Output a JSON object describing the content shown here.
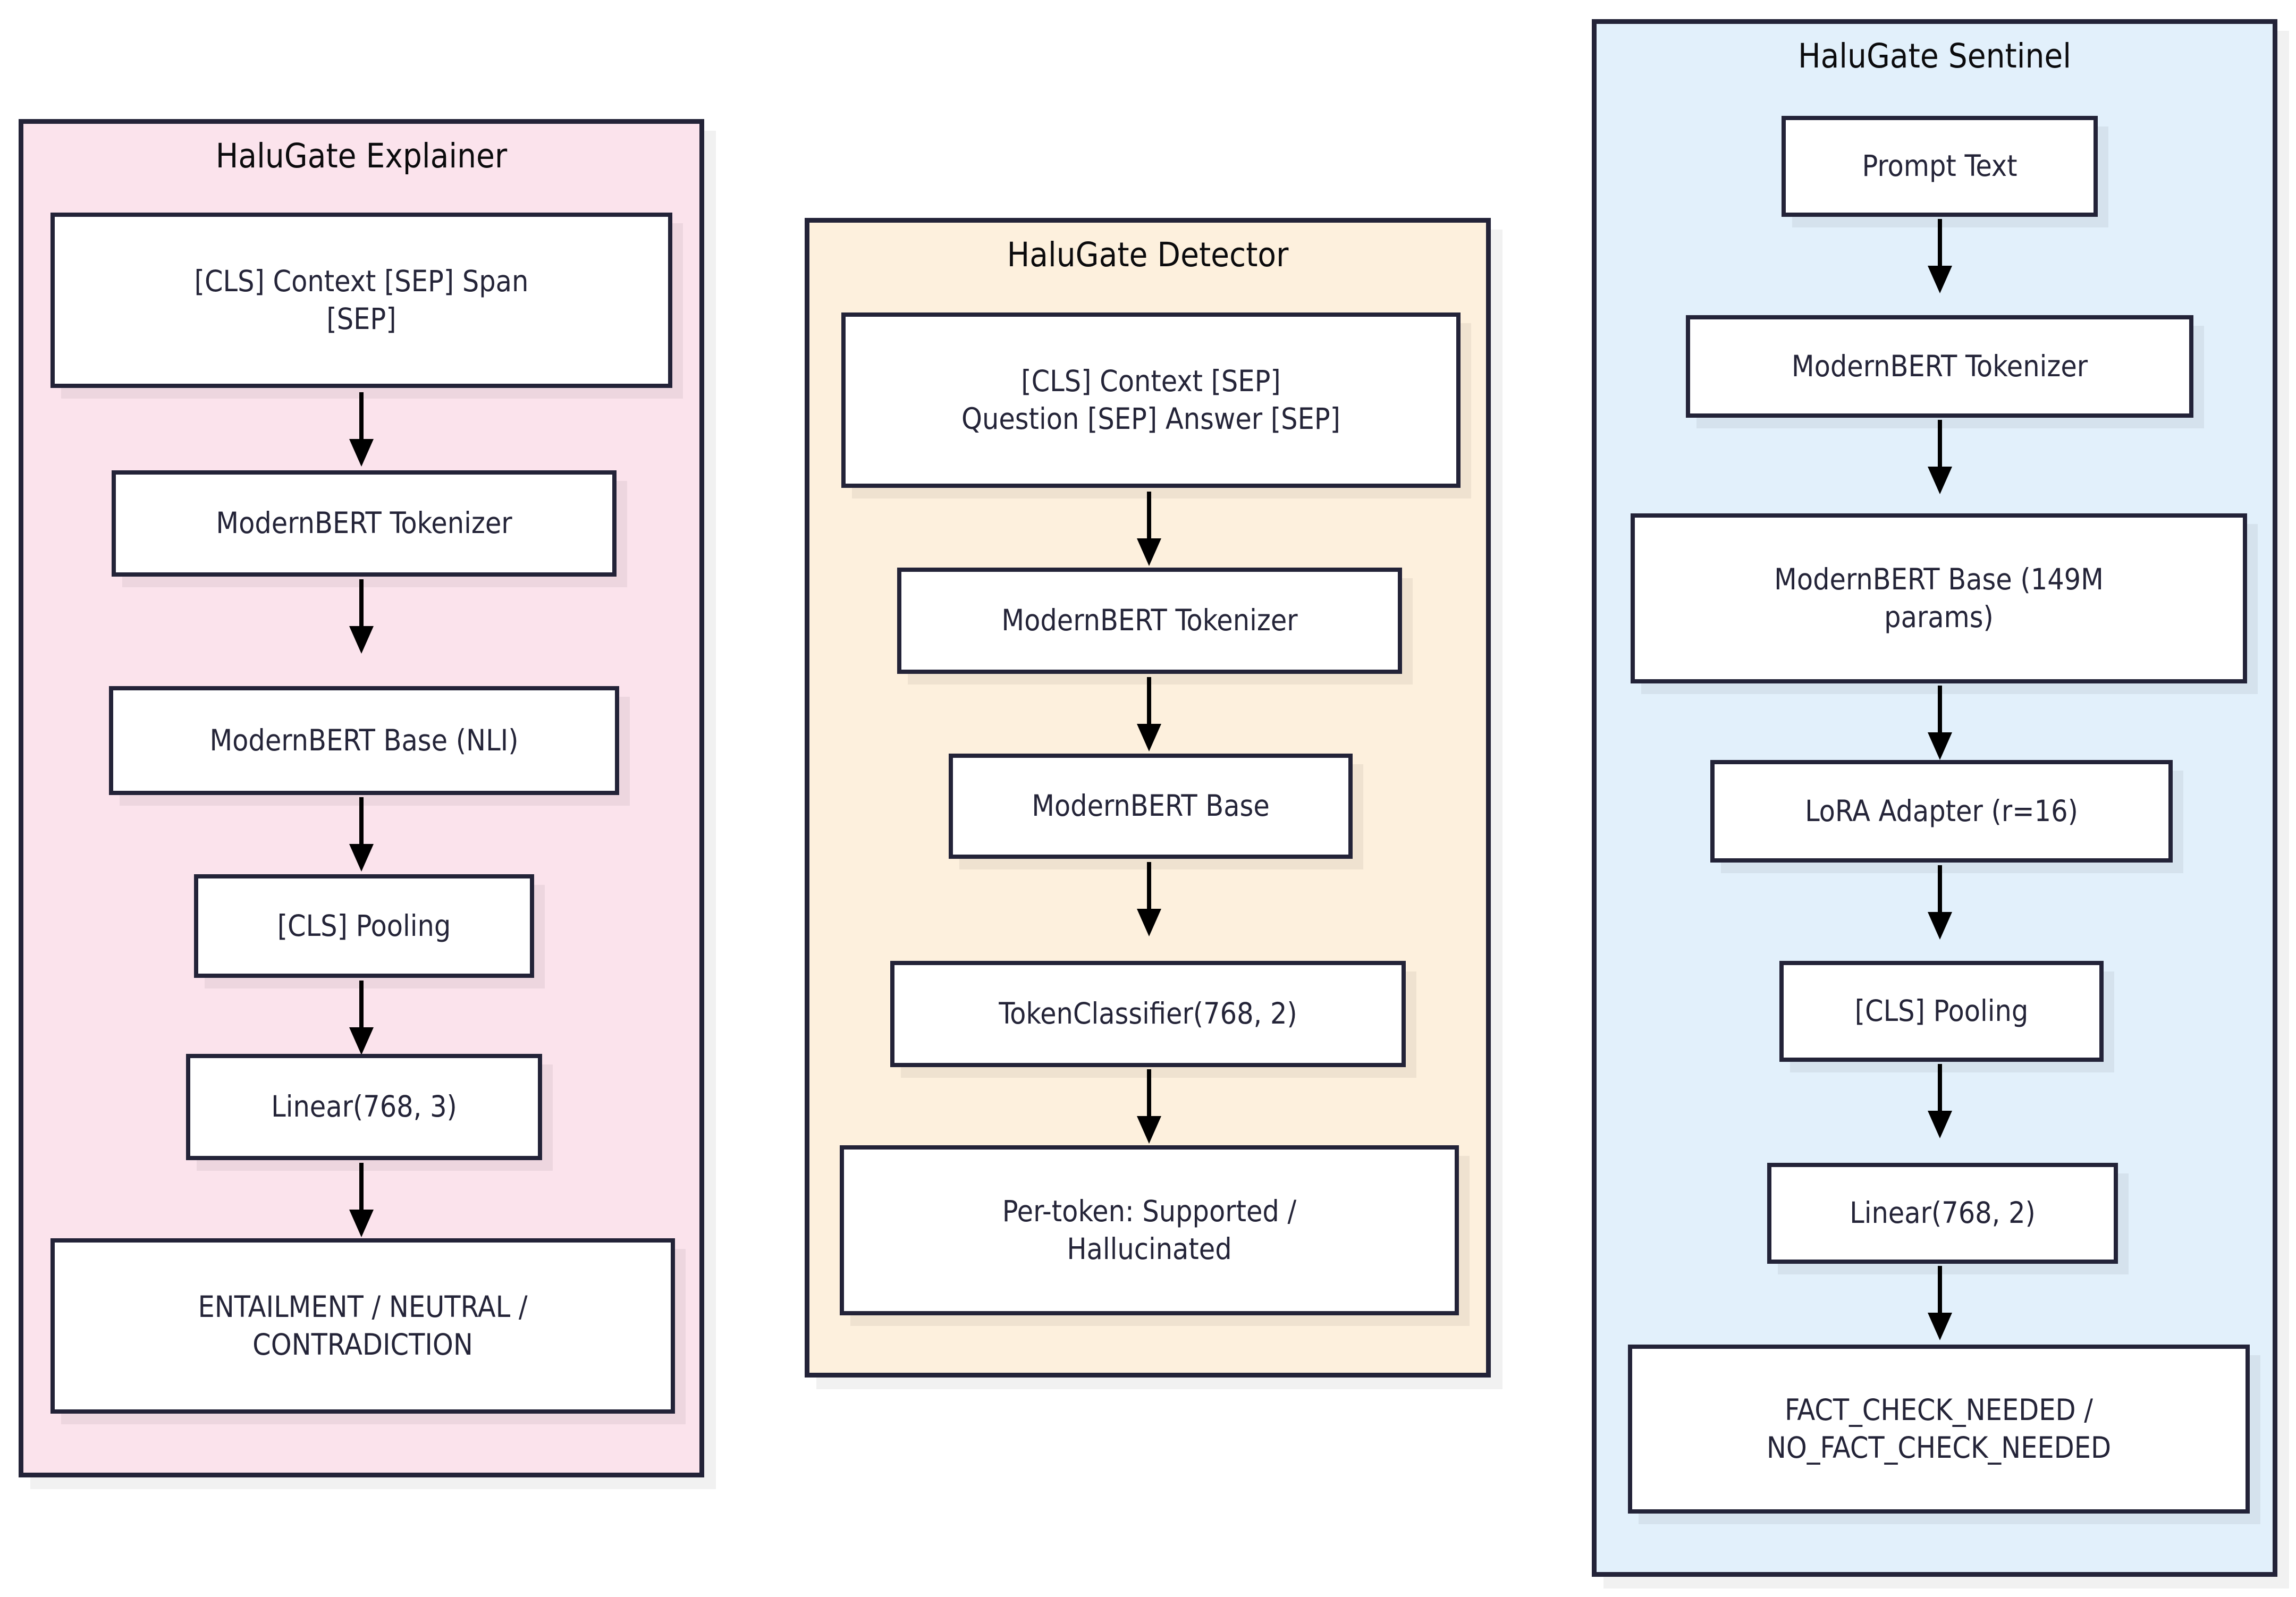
{
  "diagram": {
    "type": "flowchart",
    "direction": "top-to-bottom",
    "background_color": "#ffffff",
    "node_border_color": "#232338",
    "node_fill_color": "#ffffff",
    "node_text_color": "#242438",
    "arrow_color": "#000000"
  },
  "clusters": [
    {
      "id": "explainer",
      "title": "HaluGate Explainer",
      "fill_color": "#fbe3ec",
      "border_color": "#232338",
      "nodes": [
        {
          "id": "exp-input",
          "label": "[CLS] Context [SEP] Span\n[SEP]"
        },
        {
          "id": "exp-tokenizer",
          "label": "ModernBERT Tokenizer"
        },
        {
          "id": "exp-base",
          "label": "ModernBERT Base (NLI)"
        },
        {
          "id": "exp-pooling",
          "label": "[CLS] Pooling"
        },
        {
          "id": "exp-linear",
          "label": "Linear(768, 3)"
        },
        {
          "id": "exp-output",
          "label": "ENTAILMENT / NEUTRAL /\nCONTRADICTION"
        }
      ],
      "edges": [
        {
          "from": "exp-input",
          "to": "exp-tokenizer"
        },
        {
          "from": "exp-tokenizer",
          "to": "exp-base"
        },
        {
          "from": "exp-base",
          "to": "exp-pooling"
        },
        {
          "from": "exp-pooling",
          "to": "exp-linear"
        },
        {
          "from": "exp-linear",
          "to": "exp-output"
        }
      ]
    },
    {
      "id": "detector",
      "title": "HaluGate Detector",
      "fill_color": "#fdf0dd",
      "border_color": "#232338",
      "nodes": [
        {
          "id": "det-input",
          "label": "[CLS] Context [SEP]\nQuestion [SEP] Answer [SEP]"
        },
        {
          "id": "det-tokenizer",
          "label": "ModernBERT Tokenizer"
        },
        {
          "id": "det-base",
          "label": "ModernBERT Base"
        },
        {
          "id": "det-classifier",
          "label": "TokenClassifier(768, 2)"
        },
        {
          "id": "det-output",
          "label": "Per-token: Supported /\nHallucinated"
        }
      ],
      "edges": [
        {
          "from": "det-input",
          "to": "det-tokenizer"
        },
        {
          "from": "det-tokenizer",
          "to": "det-base"
        },
        {
          "from": "det-base",
          "to": "det-classifier"
        },
        {
          "from": "det-classifier",
          "to": "det-output"
        }
      ]
    },
    {
      "id": "sentinel",
      "title": "HaluGate Sentinel",
      "fill_color": "#e2f0fb",
      "border_color": "#232338",
      "nodes": [
        {
          "id": "sen-prompt",
          "label": "Prompt Text"
        },
        {
          "id": "sen-tokenizer",
          "label": "ModernBERT Tokenizer"
        },
        {
          "id": "sen-base",
          "label": "ModernBERT Base (149M\nparams)"
        },
        {
          "id": "sen-lora",
          "label": "LoRA Adapter (r=16)"
        },
        {
          "id": "sen-pooling",
          "label": "[CLS] Pooling"
        },
        {
          "id": "sen-linear",
          "label": "Linear(768, 2)"
        },
        {
          "id": "sen-output",
          "label": "FACT_CHECK_NEEDED /\nNO_FACT_CHECK_NEEDED"
        }
      ],
      "edges": [
        {
          "from": "sen-prompt",
          "to": "sen-tokenizer"
        },
        {
          "from": "sen-tokenizer",
          "to": "sen-base"
        },
        {
          "from": "sen-base",
          "to": "sen-lora"
        },
        {
          "from": "sen-lora",
          "to": "sen-pooling"
        },
        {
          "from": "sen-pooling",
          "to": "sen-linear"
        },
        {
          "from": "sen-linear",
          "to": "sen-output"
        }
      ]
    }
  ]
}
